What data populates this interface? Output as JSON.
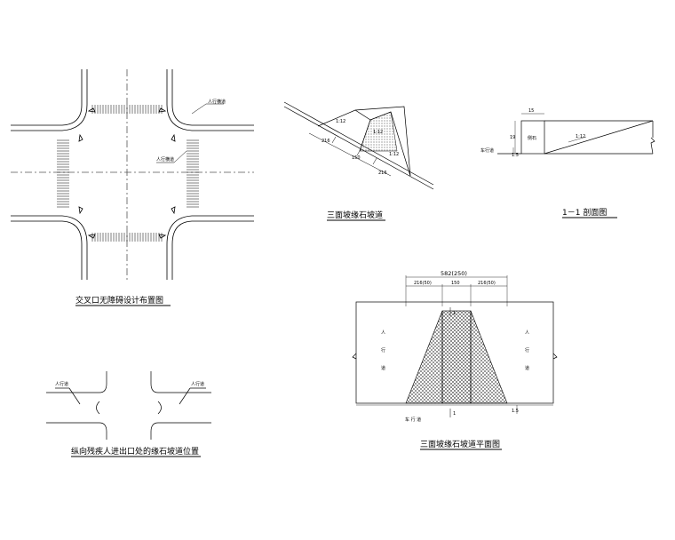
{
  "titles": {
    "intersection": "交叉口无障碍设计布置图",
    "three_face": "三面坡缘石坡道",
    "section": "1－1 剖面图",
    "longitudinal": "纵向残疾人进出口处的缘石坡道位置",
    "plan": "三面坡缘石坡道平面图"
  },
  "labels": {
    "crosswalk_1": "人行横道",
    "crosswalk_2": "人行横道",
    "sidewalk_left": "人行道",
    "sidewalk_right": "人行道",
    "carriageway": "车行道",
    "curb": "侧石",
    "plan_sidewalk_left": [
      "人",
      "行",
      "道"
    ],
    "plan_sidewalk_right": [
      "人",
      "行",
      "道"
    ],
    "plan_carriageway": "车 行 道"
  },
  "dims": {
    "tf_216a": "216",
    "tf_150": "150",
    "tf_216b": "216",
    "tf_slope_top": "1:12",
    "tf_slope_right": "1:12",
    "tf_slope_center": "1:12",
    "sec_15": "15",
    "sec_19": "19",
    "sec_slope": "1:12",
    "sec_1_5": "1.5",
    "plan_total": "582(250)",
    "plan_left": "216(50)",
    "plan_mid": "150",
    "plan_right": "216(50)",
    "plan_cut_top": "1",
    "plan_cut_bottom": "1",
    "plan_1_5": "1.5"
  },
  "colors": {
    "line": "#000000",
    "center_line": "#555555"
  }
}
